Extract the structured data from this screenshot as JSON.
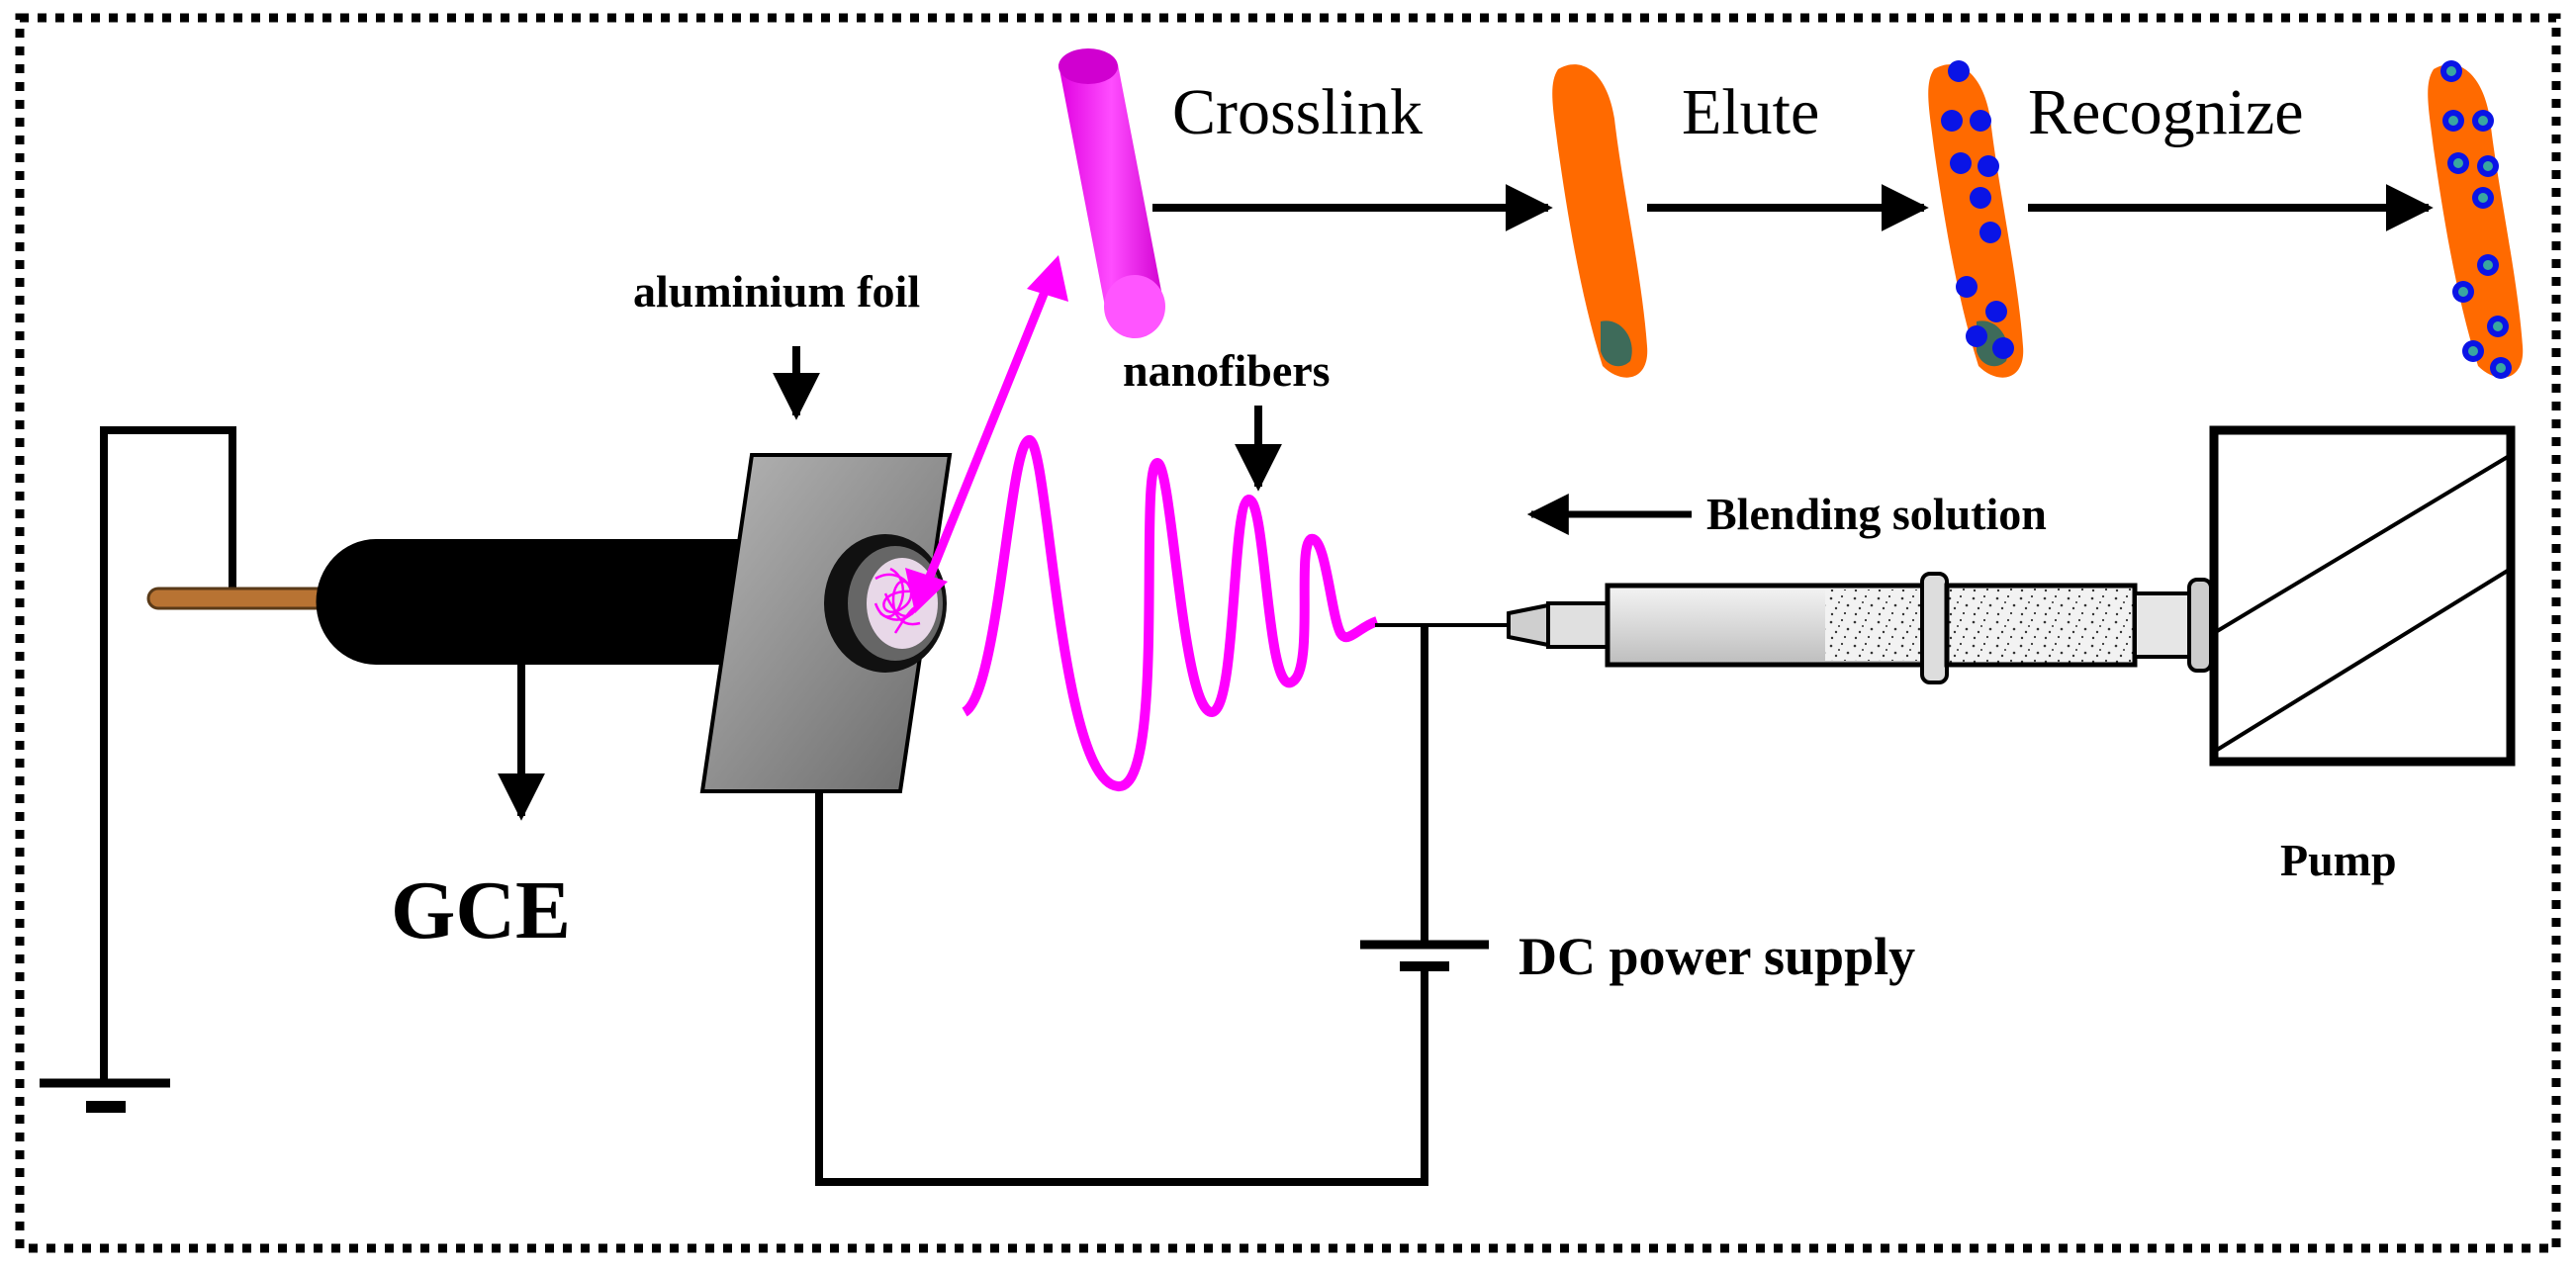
{
  "labels": {
    "crosslink": "Crosslink",
    "elute": "Elute",
    "recognize": "Recognize",
    "aluminium_foil": "aluminium foil",
    "nanofibers": "nanofibers",
    "blending_solution": "Blending solution",
    "gce": "GCE",
    "pump": "Pump",
    "dc_power_supply": "DC power supply"
  },
  "colors": {
    "border": "#000000",
    "nanofiber": "#ff00ff",
    "fiber_orange": "#ff6a00",
    "template_dot": "#0a14e6",
    "recognized_ring": "#39a7a0",
    "template_patch": "#3e6b5a",
    "foil": "#8f8f8f",
    "electrode_body": "#000000",
    "copper_wire": "#b87333"
  },
  "icons": {
    "ground": "ground-symbol-icon",
    "battery": "battery-icon",
    "syringe": "syringe-icon",
    "pump": "pump-box-icon"
  }
}
